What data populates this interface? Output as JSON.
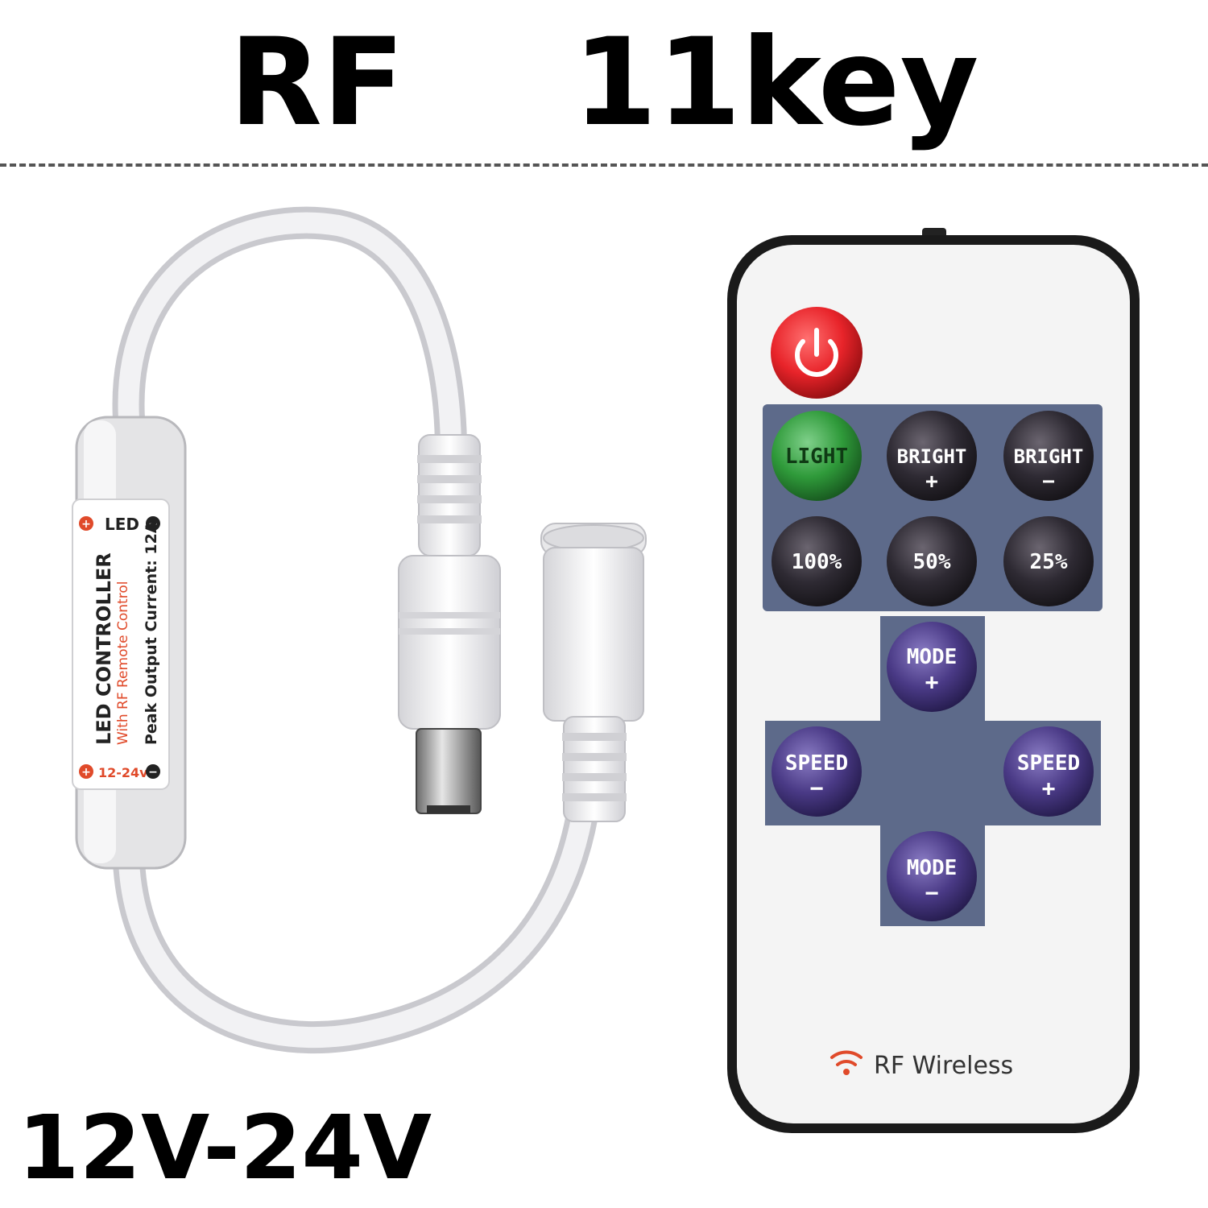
{
  "header": {
    "title": "RF    11key"
  },
  "footer": {
    "voltage": "12V-24V"
  },
  "controller": {
    "label_led": "LED",
    "label_title": "LED CONTROLLER",
    "label_sub": "With RF Remote Control",
    "label_peak": "Peak Output Current: 12A",
    "label_input": "12-24v",
    "plus_sign": "+",
    "minus_sign": "−"
  },
  "remote": {
    "buttons": {
      "light": "LIGHT",
      "bright_plus_line1": "BRIGHT",
      "bright_plus_line2": "+",
      "bright_minus_line1": "BRIGHT",
      "bright_minus_line2": "−",
      "p100": "100%",
      "p50": "50%",
      "p25": "25%",
      "mode_plus_line1": "MODE",
      "mode_plus_line2": "+",
      "speed_minus_line1": "SPEED",
      "speed_minus_line2": "−",
      "speed_plus_line1": "SPEED",
      "speed_plus_line2": "+",
      "mode_minus_line1": "MODE",
      "mode_minus_line2": "−"
    },
    "brand_label": "RF Wireless",
    "icons": {
      "power": "power-icon",
      "wireless": "wireless-icon"
    }
  },
  "colors": {
    "power_red": "#e8242a",
    "light_green": "#2f9a3a",
    "dark_button": "#2e2a33",
    "purple_button": "#4a3a86",
    "panel": "#5d6a8a",
    "remote_body": "#f4f4f4",
    "remote_border": "#1a1a1a",
    "text_red": "#e04a2a"
  }
}
